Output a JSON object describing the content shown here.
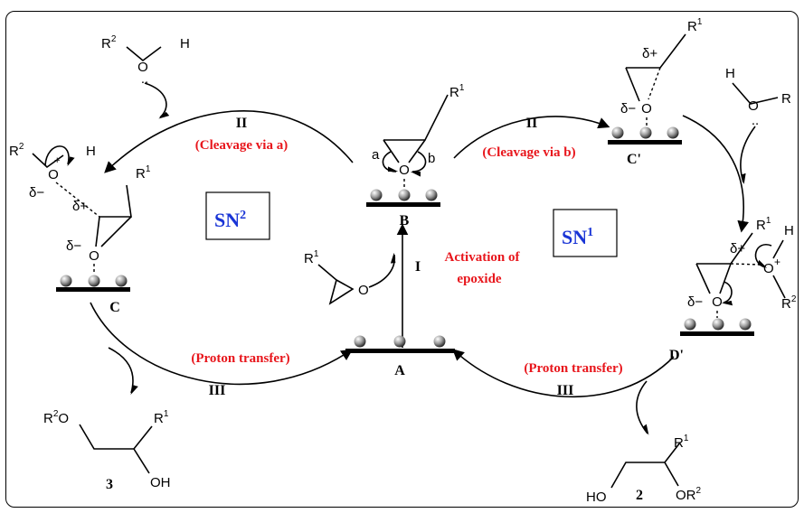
{
  "steps": {
    "step_I": "I",
    "step_II_left": "II",
    "step_II_right": "II",
    "step_III_left": "III",
    "step_III_right": "III"
  },
  "red_labels": {
    "cleavage_a": "(Cleavage via a)",
    "cleavage_b": "(Cleavage via b)",
    "activation_line1": "Activation of",
    "activation_line2": "epoxide",
    "proton_left": "(Proton transfer)",
    "proton_right": "(Proton transfer)"
  },
  "mechanisms": {
    "sn2_base": "SN",
    "sn2_sup": "2",
    "sn1_base": "SN",
    "sn1_sup": "1"
  },
  "species": {
    "A": "A",
    "B": "B",
    "C": "C",
    "C_prime": "C'",
    "D_prime": "D'",
    "product_2": "2",
    "product_3": "3"
  },
  "atoms": {
    "R": "R",
    "sup1": "1",
    "sup2": "2",
    "O": "O",
    "H": "H",
    "OH": "OH",
    "HO": "HO",
    "lone_pair": "..",
    "plus": "+",
    "delta_plus": "δ+",
    "delta_minus": "δ−",
    "bond_a": "a",
    "bond_b": "b"
  },
  "colors": {
    "red_text": "#e8161c",
    "blue_text": "#1a35d6",
    "ink": "#000000"
  }
}
